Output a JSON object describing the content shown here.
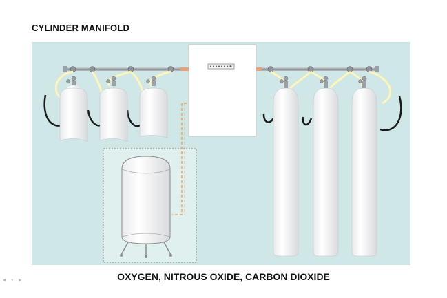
{
  "title": "CYLINDER MANIFOLD",
  "caption": "OXYGEN, NITROUS OXIDE, CARBON DIOXIDE",
  "colors": {
    "background_panel": "#cfe7e6",
    "cylinder_fill": "#ffffff",
    "pipe": "#9aa0a6",
    "flex_hose": "#fff5b8",
    "black_hose": "#1a1a1a",
    "dashed_line": "#f0a35a",
    "tank_border": "#8a8a8a"
  },
  "icons": {
    "nav": "slide-navigation-icons"
  }
}
